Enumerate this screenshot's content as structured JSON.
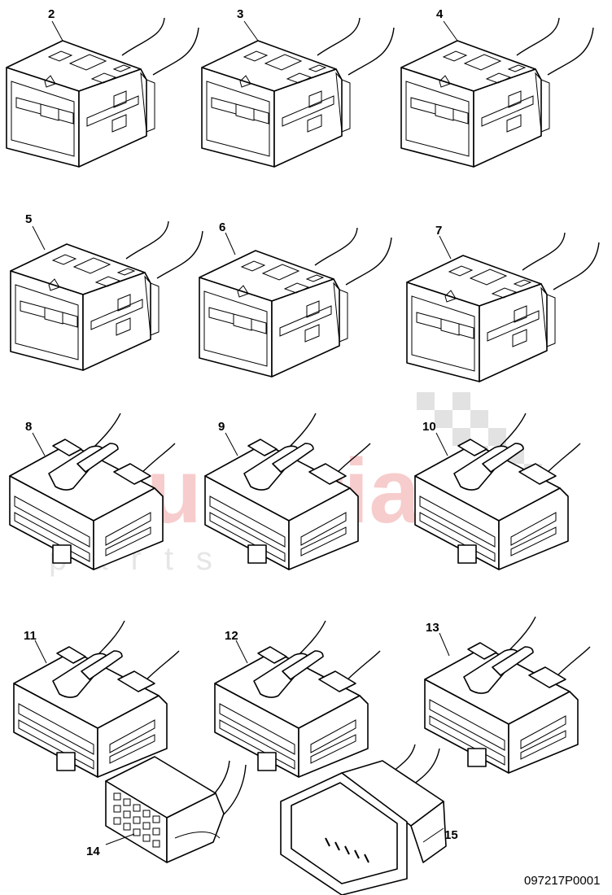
{
  "diagram": {
    "watermark": {
      "brand": "scuderia",
      "sub": "parts",
      "brand_color": "#f7cccc"
    },
    "parts": [
      {
        "label": "2",
        "type": "box-connector"
      },
      {
        "label": "3",
        "type": "box-connector"
      },
      {
        "label": "4",
        "type": "box-connector"
      },
      {
        "label": "5",
        "type": "box-connector"
      },
      {
        "label": "6",
        "type": "box-connector"
      },
      {
        "label": "7",
        "type": "box-connector"
      },
      {
        "label": "8",
        "type": "latch-connector"
      },
      {
        "label": "9",
        "type": "latch-connector"
      },
      {
        "label": "10",
        "type": "latch-connector"
      },
      {
        "label": "11",
        "type": "latch-connector"
      },
      {
        "label": "12",
        "type": "latch-connector"
      },
      {
        "label": "13",
        "type": "latch-connector"
      },
      {
        "label": "14",
        "type": "multi-pin-plug"
      },
      {
        "label": "15",
        "type": "panel-socket"
      }
    ],
    "drawing_code": "097217P0001"
  }
}
